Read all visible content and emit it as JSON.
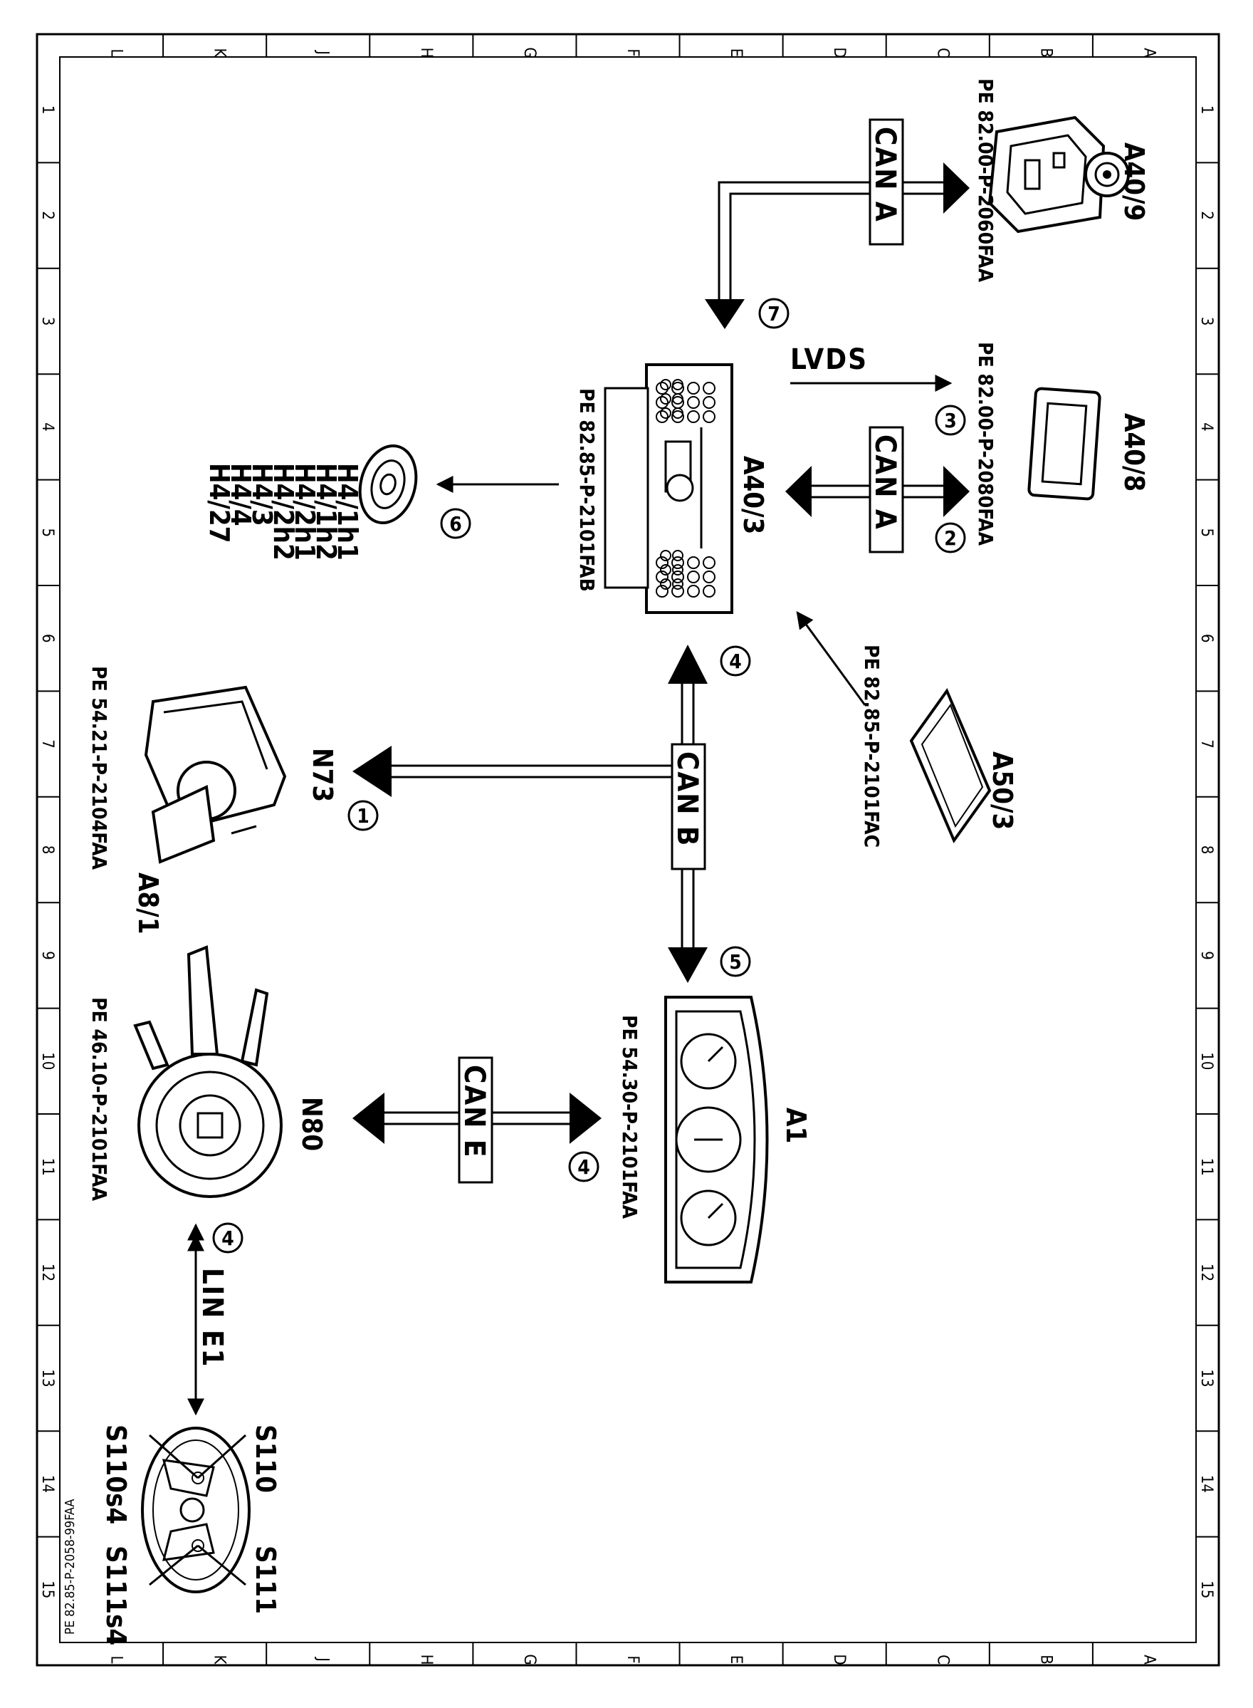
{
  "sheet": {
    "grid_letters": [
      "A",
      "B",
      "C",
      "D",
      "E",
      "F",
      "G",
      "H",
      "J",
      "K",
      "L"
    ],
    "grid_numbers": [
      "1",
      "2",
      "3",
      "4",
      "5",
      "6",
      "7",
      "8",
      "9",
      "10",
      "11",
      "12",
      "13",
      "14",
      "15"
    ],
    "doc_id": "PE 82.85-P-2058-99FAA"
  },
  "components": {
    "a40_9": {
      "label": "A40/9",
      "ref": "PE 82.00-P-2060FAA"
    },
    "a40_8": {
      "label": "A40/8",
      "ref": "PE 82.00-P-2080FAA"
    },
    "a40_3": {
      "label": "A40/3",
      "ref": "PE 82.85-P-2101FAB"
    },
    "a50_3": {
      "label": "A50/3",
      "ref": "PE 82.85-P-2101FAC"
    },
    "n73": {
      "label": "N73"
    },
    "a8_1": {
      "label": "A8/1",
      "ref": "PE 54.21-P-2104FAA"
    },
    "a1": {
      "label": "A1",
      "ref": "PE 54.30-P-2101FAA"
    },
    "n80": {
      "label": "N80",
      "ref": "PE 46.10-P-2101FAA"
    },
    "speakers": {
      "labels": [
        "H4/1h1",
        "H4/1h2",
        "H4/2h1",
        "H4/2h2",
        "H4/3",
        "H4/4",
        "H4/27"
      ]
    },
    "switches": {
      "s110": "S110",
      "s110s4": "S110s4",
      "s111": "S111",
      "s111s4": "S111s4"
    }
  },
  "buses": {
    "can_a_top": "CAN A",
    "lvds": "LVDS",
    "can_a_mid": "CAN A",
    "can_b": "CAN B",
    "can_e": "CAN E",
    "lin_e1": "LIN E1"
  },
  "callouts": {
    "c1": "1",
    "c2": "2",
    "c3": "3",
    "c4a": "4",
    "c4b": "4",
    "c4c": "4",
    "c5": "5",
    "c6": "6",
    "c7": "7"
  }
}
